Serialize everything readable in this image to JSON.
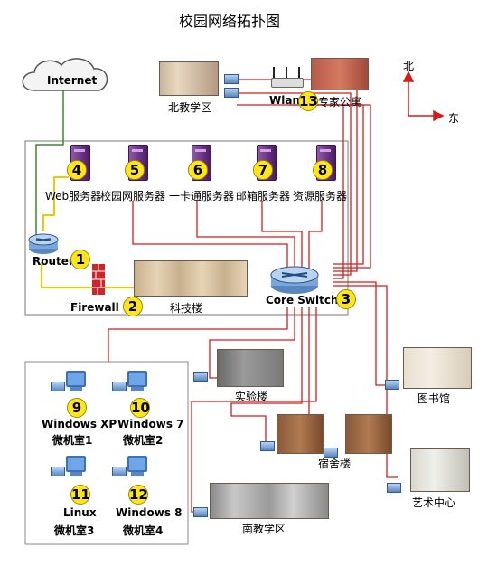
{
  "title": "校园网络拓扑图",
  "compass": {
    "north": "北",
    "east": "东"
  },
  "internet": "Internet",
  "nodes": {
    "router": {
      "label": "Router",
      "num": "1"
    },
    "firewall": {
      "label": "Firewall",
      "num": "2"
    },
    "core_switch": {
      "label": "Core Switch",
      "num": "3"
    },
    "web_server": {
      "label": "Web服务器",
      "num": "4"
    },
    "campus_server": {
      "label": "校园网服务器",
      "num": "5"
    },
    "card_server": {
      "label": "一卡通服务器",
      "num": "6"
    },
    "mail_server": {
      "label": "邮箱服务器",
      "num": "7"
    },
    "resource_server": {
      "label": "资源服务器",
      "num": "8"
    },
    "lab1": {
      "os": "Windows XP",
      "room": "微机室1",
      "num": "9"
    },
    "lab2": {
      "os": "Windows 7",
      "room": "微机室2",
      "num": "10"
    },
    "lab3": {
      "os": "Linux",
      "room": "微机室3",
      "num": "11"
    },
    "lab4": {
      "os": "Windows 8",
      "room": "微机室4",
      "num": "12"
    },
    "wlan": {
      "label": "Wlan",
      "num": "13"
    }
  },
  "buildings": {
    "north_teaching": "北教学区",
    "expert_apartment": "专家公寓",
    "tech_building": "科技楼",
    "experiment_building": "实验楼",
    "library": "图书馆",
    "dormitory": "宿舍楼",
    "art_center": "艺术中心",
    "south_teaching": "南教学区"
  },
  "colors": {
    "fiber": "#d41c1c",
    "copper": "#3a8a2a",
    "lan": "#f0c800",
    "badge": "#ffe61a"
  }
}
